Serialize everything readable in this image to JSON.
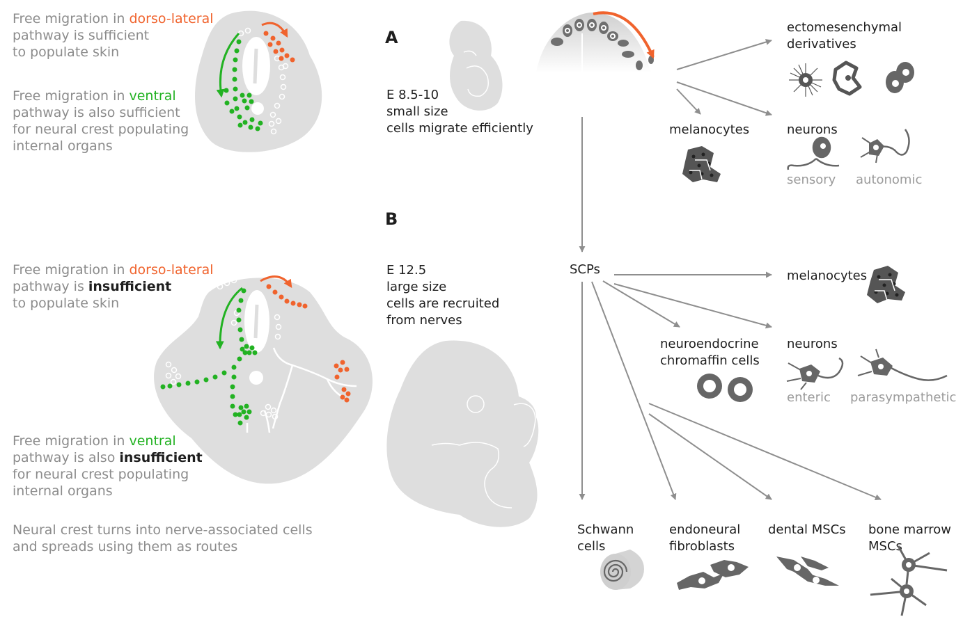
{
  "colors": {
    "orange": "#f0632d",
    "green": "#22b222",
    "gray_text": "#8c8c8c",
    "shape": "#dedede",
    "arrow": "#8e8e8e"
  },
  "panel_a": {
    "label": "A",
    "note1": {
      "line1_pre": "Free migration in ",
      "line1_hl": "dorso-lateral",
      "line2": "pathway is sufficient",
      "line3": "to populate skin"
    },
    "note2": {
      "line1_pre": "Free migration in ",
      "line1_hl": "ventral",
      "line2": "pathway is also sufficient",
      "line3": "for neural crest populating",
      "line4": "internal organs"
    },
    "stage": {
      "line1": "E 8.5-10",
      "line2": "small size",
      "line3": "cells migrate efficiently"
    },
    "derivatives": {
      "ecto_line1": "ectomesenchymal",
      "ecto_line2": "derivatives",
      "melanocytes": "melanocytes",
      "neurons": "neurons",
      "sensory": "sensory",
      "autonomic": "autonomic"
    }
  },
  "panel_b": {
    "label": "B",
    "note1": {
      "line1_pre": "Free migration in ",
      "line1_hl": "dorso-lateral",
      "line2_pre": "pathway is ",
      "line2_bold": "insufficient",
      "line3": "to populate skin"
    },
    "note2": {
      "line1_pre": "Free migration in ",
      "line1_hl": "ventral",
      "line2_pre": "pathway is also ",
      "line2_bold": "insufficient",
      "line3": "for neural crest populating",
      "line4": "internal organs"
    },
    "note3": {
      "line1": "Neural crest turns into nerve-associated cells",
      "line2": "and spreads using them as routes"
    },
    "stage": {
      "line1": "E 12.5",
      "line2": "large size",
      "line3": "cells are recruited",
      "line4": "from nerves"
    },
    "scps": "SCPs",
    "derivatives": {
      "melanocytes": "melanocytes",
      "neuroendocrine_line1": "neuroendocrine",
      "neuroendocrine_line2": "chromaffin cells",
      "neurons": "neurons",
      "enteric": "enteric",
      "parasympathetic": "parasympathetic",
      "schwann_line1": "Schwann",
      "schwann_line2": "cells",
      "endo_line1": "endoneural",
      "endo_line2": "fibroblasts",
      "dental": "dental MSCs",
      "bone_line1": "bone marrow",
      "bone_line2": "MSCs"
    }
  }
}
